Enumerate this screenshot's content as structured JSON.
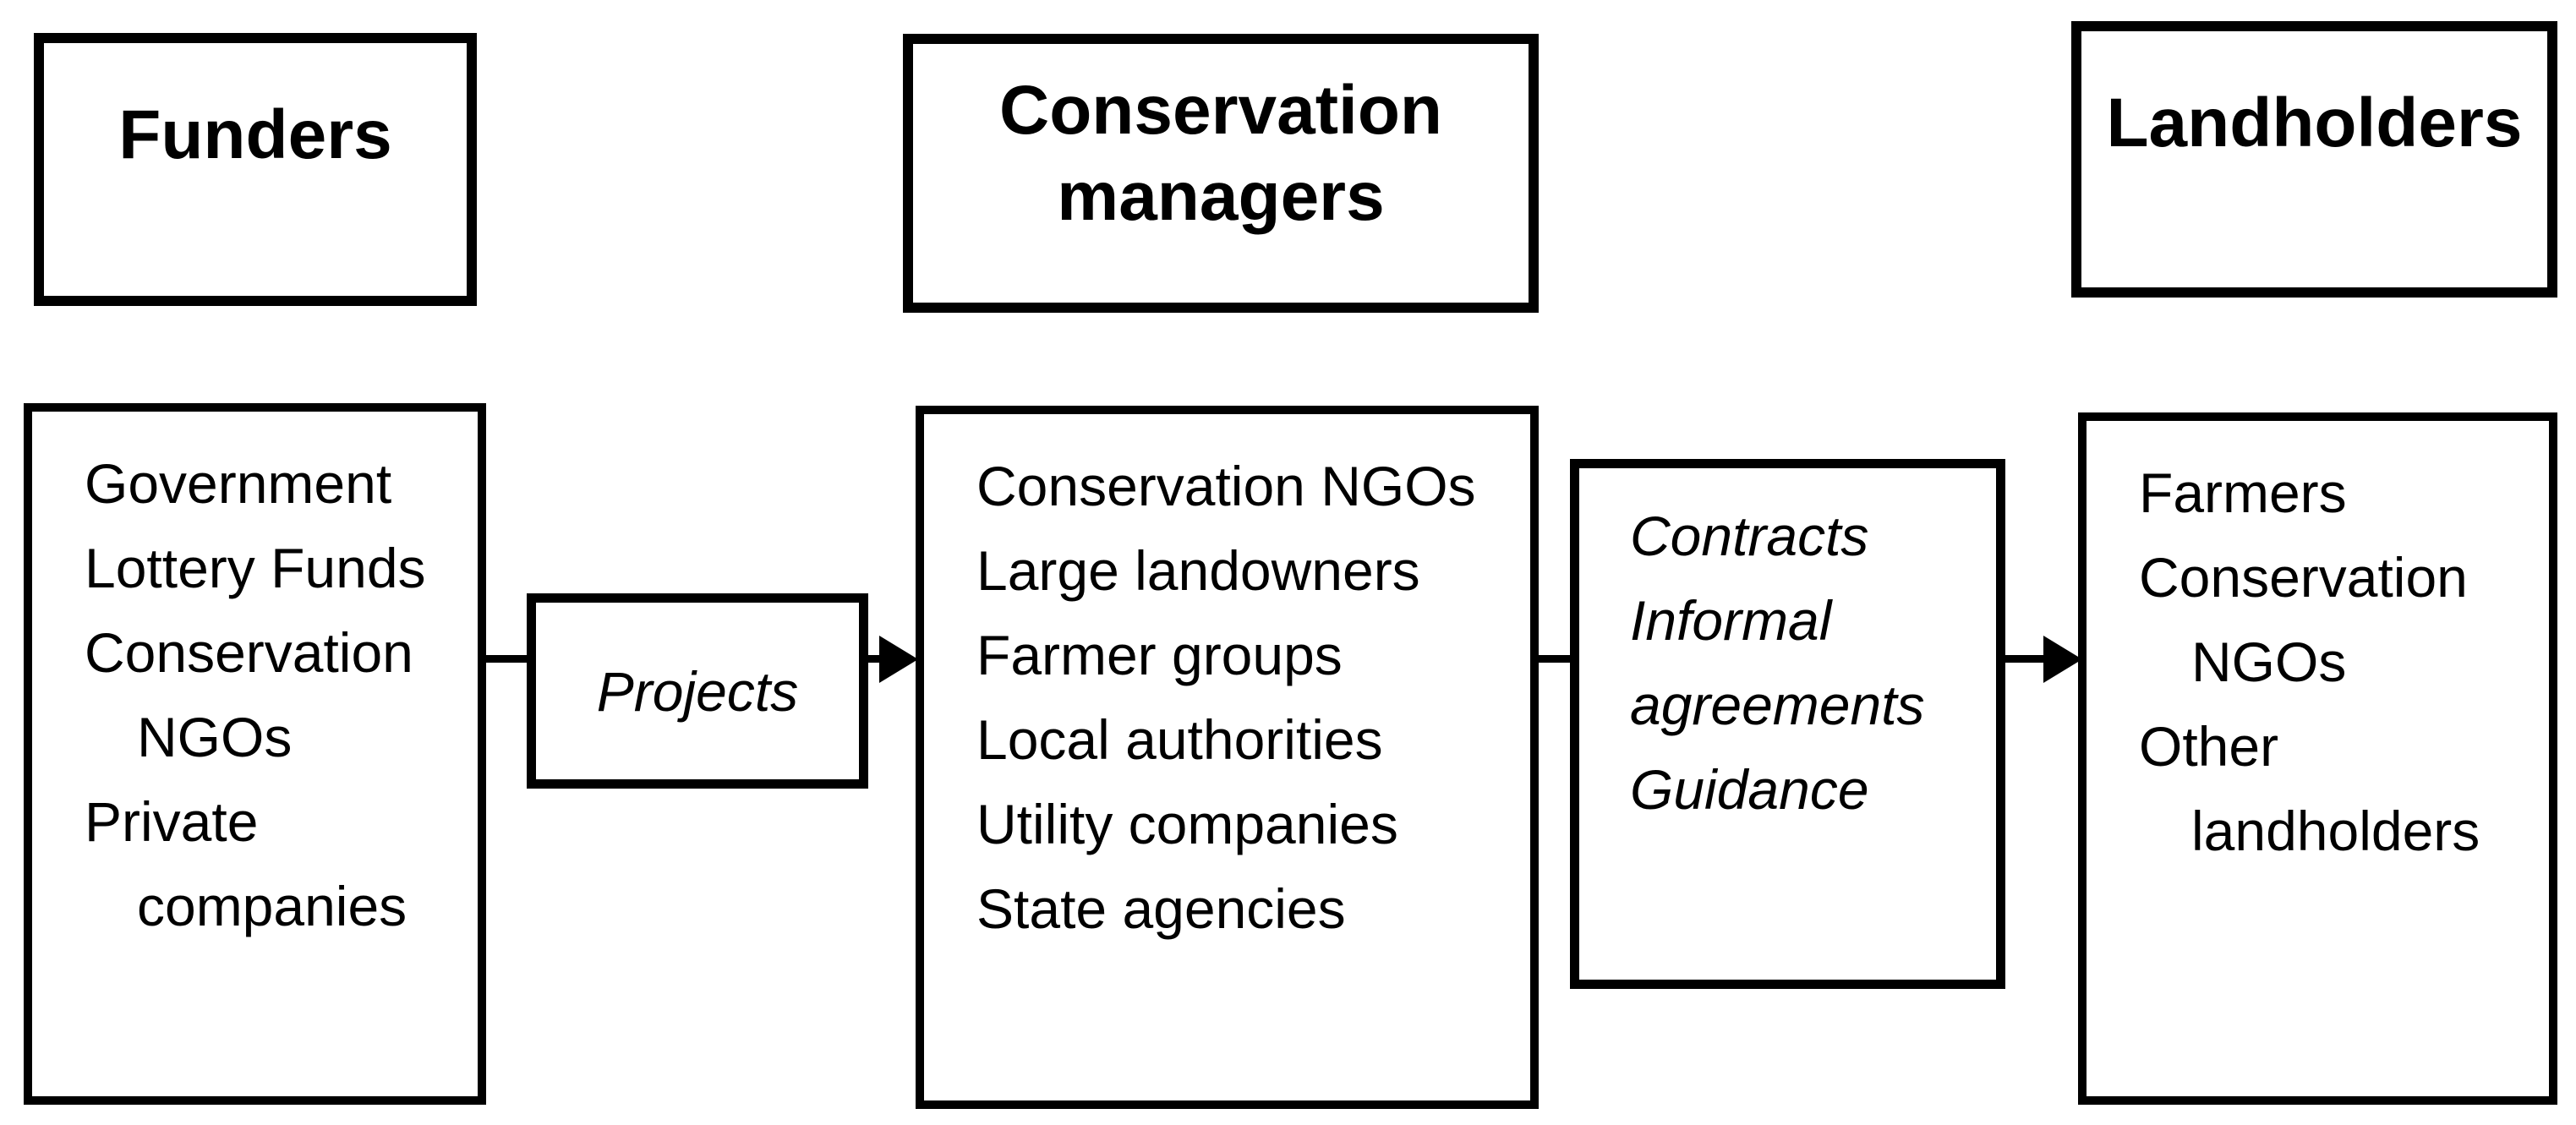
{
  "headers": {
    "funders": "Funders",
    "conservation_managers": "Conservation managers",
    "landholders": "Landholders"
  },
  "funders_box": {
    "lines": [
      "Government",
      "Lottery Funds",
      "Conservation",
      "NGOs",
      "Private",
      "companies"
    ]
  },
  "projects_box": {
    "label": "Projects"
  },
  "managers_box": {
    "lines": [
      "Conservation NGOs",
      "Large landowners",
      "Farmer groups",
      "Local authorities",
      "Utility companies",
      "State agencies"
    ]
  },
  "mechanisms_box": {
    "lines": [
      "Contracts",
      "Informal",
      "agreements",
      "Guidance"
    ]
  },
  "landholders_box": {
    "lines": [
      "Farmers",
      "Conservation",
      "NGOs",
      "Other",
      "landholders"
    ]
  },
  "colors": {
    "background": "#ffffff",
    "line": "#000000",
    "text": "#000000"
  }
}
